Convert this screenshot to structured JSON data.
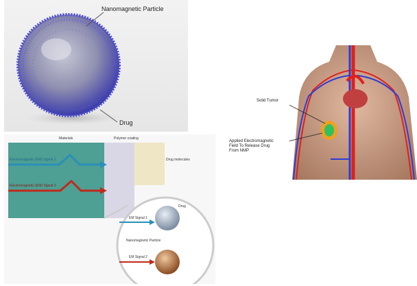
{
  "particle_panel": {
    "label_top": "Nanomagnetic Particle",
    "label_bottom": "Drug"
  },
  "diagram_panel": {
    "label_material": "Materials",
    "label_polymer": "Polymer coating",
    "label_drug_outside": "Drug molecules",
    "label_signal_top": "Electromagnetic (EM) Signal 1",
    "label_signal_bottom": "Electromagnetic (EM) Signal 2",
    "label_em1": "EM Signal 1",
    "label_drug": "Drug",
    "label_nanoparticle": "Nanomagnetic Particle",
    "label_em2": "EM Signal 2"
  },
  "body_panel": {
    "label_tumor": "Solid Tumor",
    "label_field_line1": "Applied Electromagnetic",
    "label_field_line2": "Field To Release Drug",
    "label_field_line3": "From NMP"
  },
  "colors": {
    "particle_blue": "#4a4ad0",
    "artery_red": "#e0201c",
    "vein_blue": "#2a3cd8",
    "skin": "#c89a80",
    "tumor_orange": "#f0a020",
    "tumor_green": "#30c060"
  }
}
